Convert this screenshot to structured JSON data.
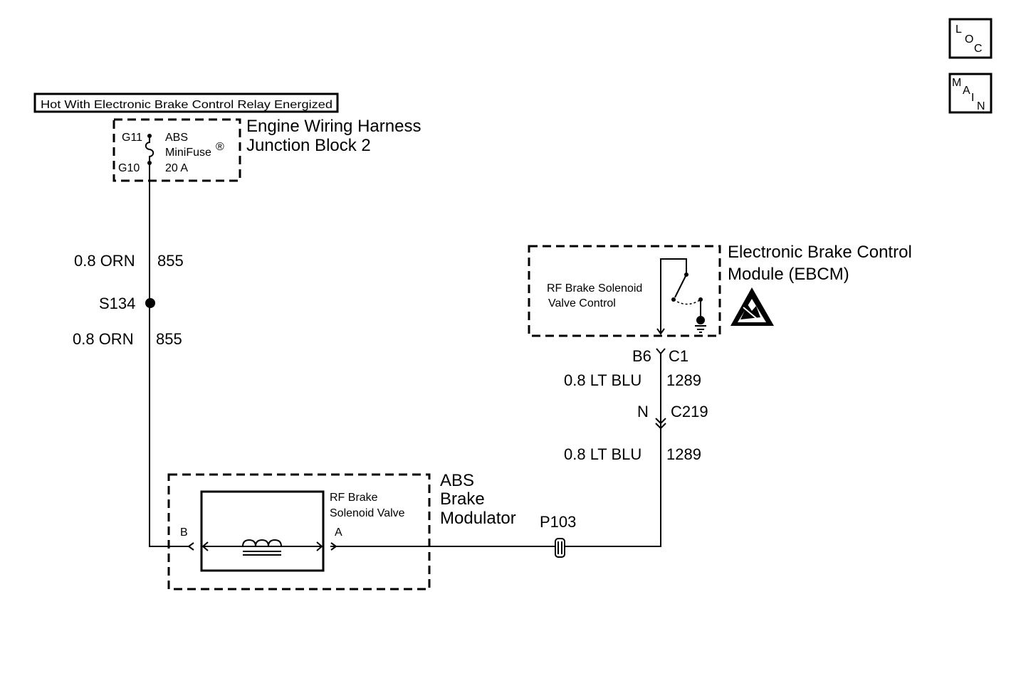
{
  "nav": {
    "loc": {
      "l1": "L",
      "l2": "O",
      "l3": "C"
    },
    "main": {
      "l1": "M",
      "l2": "A",
      "l3": "I",
      "l4": "N"
    }
  },
  "hot_label": "Hot With Electronic Brake Control Relay Energized",
  "junction_block": {
    "title_line1": "Engine Wiring Harness",
    "title_line2": "Junction Block 2",
    "terminal_top": "G11",
    "terminal_bottom": "G10",
    "fuse_line1": "ABS",
    "fuse_line2": "MiniFuse",
    "fuse_mark": "®",
    "fuse_rating": "20 A"
  },
  "wire_855_upper": {
    "gauge_color": "0.8 ORN",
    "circuit": "855"
  },
  "splice": "S134",
  "wire_855_lower": {
    "gauge_color": "0.8 ORN",
    "circuit": "855"
  },
  "ebcm": {
    "title_line1": "Electronic Brake Control",
    "title_line2": "Module (EBCM)",
    "control_line1": "RF Brake Solenoid",
    "control_line2": "Valve Control",
    "pin": "B6",
    "connector": "C1"
  },
  "wire_1289_upper": {
    "gauge_color": "0.8 LT BLU",
    "circuit": "1289"
  },
  "inline_connector": {
    "pin": "N",
    "name": "C219"
  },
  "wire_1289_lower": {
    "gauge_color": "0.8 LT BLU",
    "circuit": "1289"
  },
  "modulator": {
    "title_line1": "ABS",
    "title_line2": "Brake",
    "title_line3": "Modulator",
    "valve_line1": "RF Brake",
    "valve_line2": "Solenoid Valve",
    "terminal_b": "B",
    "terminal_a": "A"
  },
  "pass_through": "P103"
}
